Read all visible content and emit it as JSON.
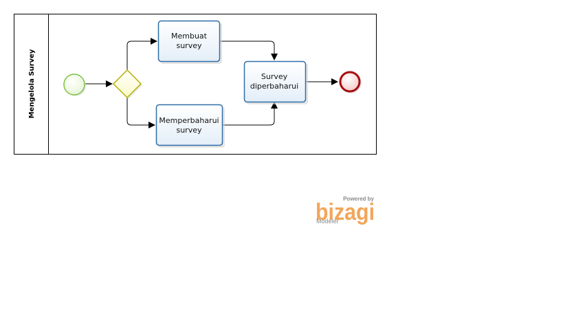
{
  "pool": {
    "lane_label": "Mengelola Survey"
  },
  "tasks": {
    "membuat": {
      "line1": "Membuat",
      "line2": "survey"
    },
    "memperbaharui": {
      "line1": "Memperbaharui",
      "line2": "survey"
    },
    "diperbaharui": {
      "line1": "Survey",
      "line2": "diperbaharui"
    }
  },
  "branding": {
    "powered_by": "Powered by",
    "wordmark": "bizagi",
    "product": "Modeler"
  },
  "colors": {
    "start_event": "#7cc242",
    "end_event": "#a50d0d",
    "gateway": "#b5b000",
    "task_border": "#2f6ea8",
    "brand": "#f2a65a"
  }
}
